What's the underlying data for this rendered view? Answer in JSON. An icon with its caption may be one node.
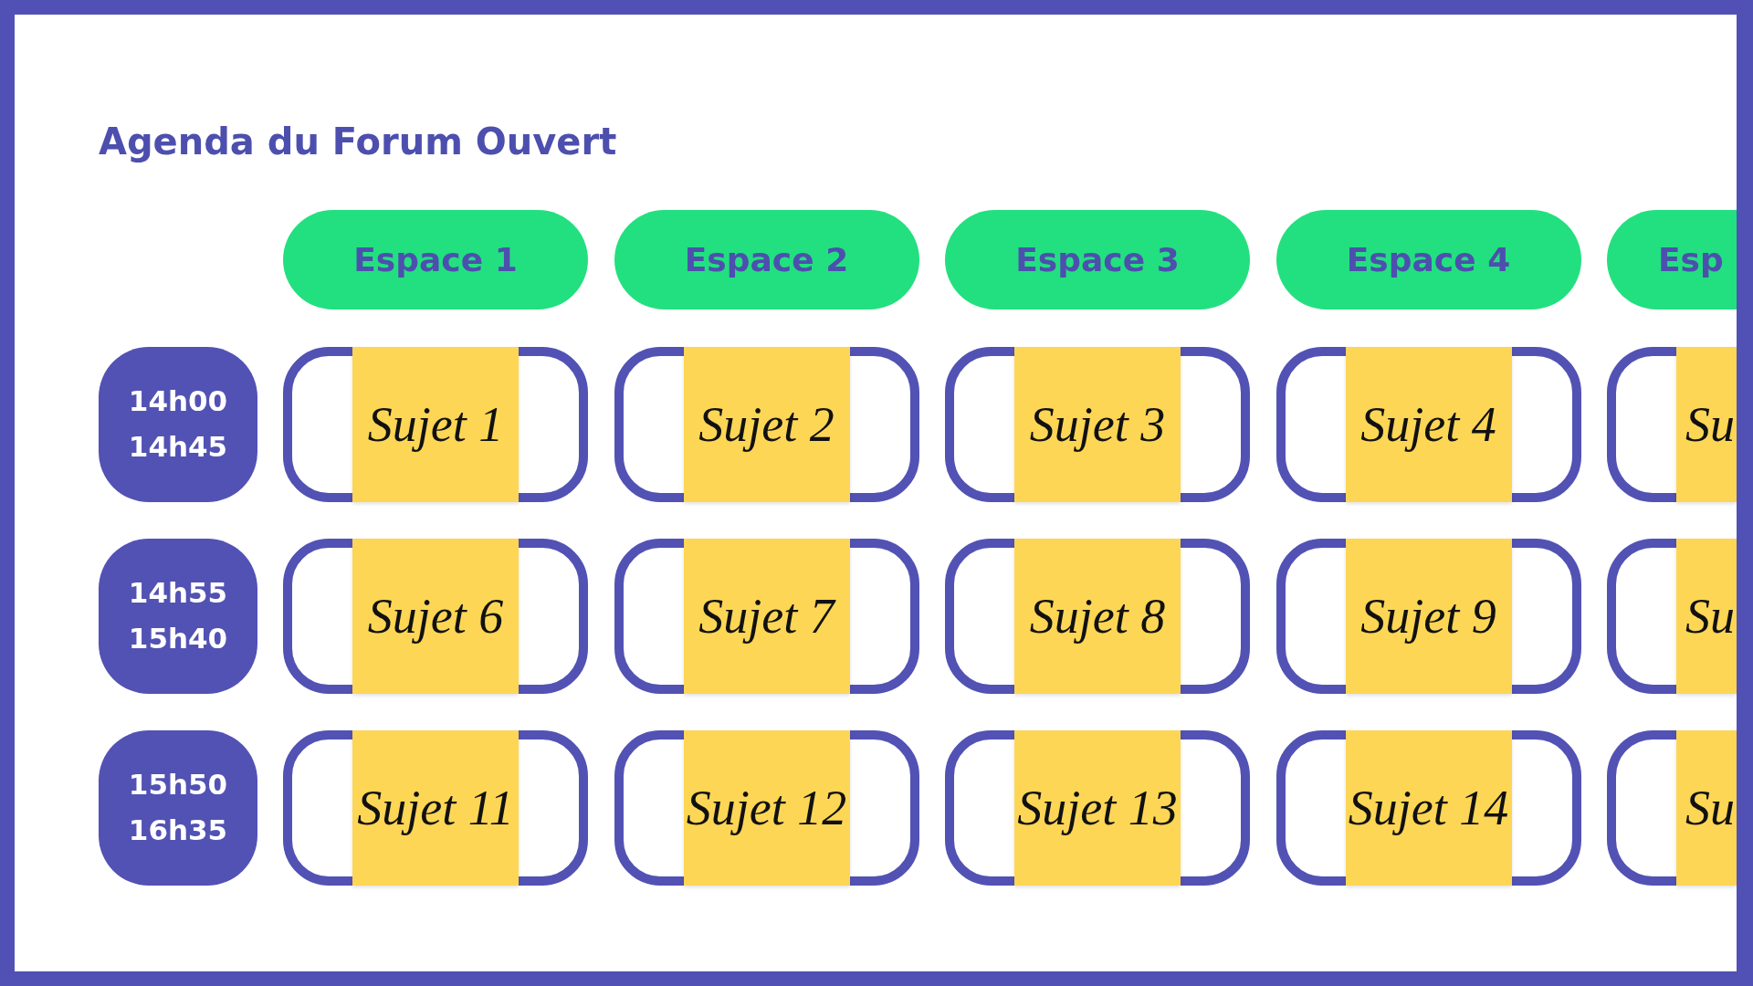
{
  "diagram": {
    "title": "Agenda du Forum Ouvert",
    "nodes": [
      {
        "text": [
          "Espace 1"
        ]
      },
      {
        "text": [
          "Espace 2"
        ]
      },
      {
        "text": [
          "Espace 3"
        ]
      },
      {
        "text": [
          "Espace 4"
        ]
      },
      {
        "text": [
          "Esp"
        ]
      },
      {
        "text": [
          "14h00 14h45"
        ]
      },
      {
        "text": [],
        "shape": "box"
      },
      {
        "text": [
          "Sujet 1"
        ],
        "in": 6
      },
      {
        "text": [],
        "shape": "box"
      },
      {
        "text": [
          "Sujet 2"
        ],
        "in": 8
      },
      {
        "text": [],
        "shape": "box"
      },
      {
        "text": [
          "Sujet 3"
        ],
        "in": 10
      },
      {
        "text": [],
        "shape": "box"
      },
      {
        "text": [
          "Sujet 4"
        ],
        "in": 12
      },
      {
        "text": [],
        "shape": "box"
      },
      {
        "text": [
          "Su"
        ],
        "in": 14
      },
      {
        "text": [
          "14h55 15h40"
        ]
      },
      {
        "text": [],
        "shape": "box"
      },
      {
        "text": [
          "Sujet 6"
        ],
        "in": 17
      },
      {
        "text": [],
        "shape": "box"
      },
      {
        "text": [
          "Sujet 7"
        ],
        "in": 19
      },
      {
        "text": [],
        "shape": "box"
      },
      {
        "text": [
          "Sujet 8"
        ],
        "in": 21
      },
      {
        "text": [],
        "shape": "box"
      },
      {
        "text": [
          "Sujet 9"
        ],
        "in": 23
      },
      {
        "text": [],
        "shape": "box"
      },
      {
        "text": [
          "Su"
        ],
        "in": 25
      },
      {
        "text": [
          "15h50 16h35"
        ]
      },
      {
        "text": [],
        "shape": "box"
      },
      {
        "text": [
          "Sujet 11"
        ],
        "in": 28
      },
      {
        "text": [],
        "shape": "box"
      },
      {
        "text": [
          "Sujet 12"
        ],
        "in": 30
      },
      {
        "text": [],
        "shape": "box"
      },
      {
        "text": [
          "Sujet 13"
        ],
        "in": 32
      },
      {
        "text": [],
        "shape": "box"
      },
      {
        "text": [
          "Sujet 14"
        ],
        "in": 34
      },
      {
        "text": [],
        "shape": "box"
      },
      {
        "text": [
          "Su"
        ],
        "in": 36
      }
    ]
  }
}
